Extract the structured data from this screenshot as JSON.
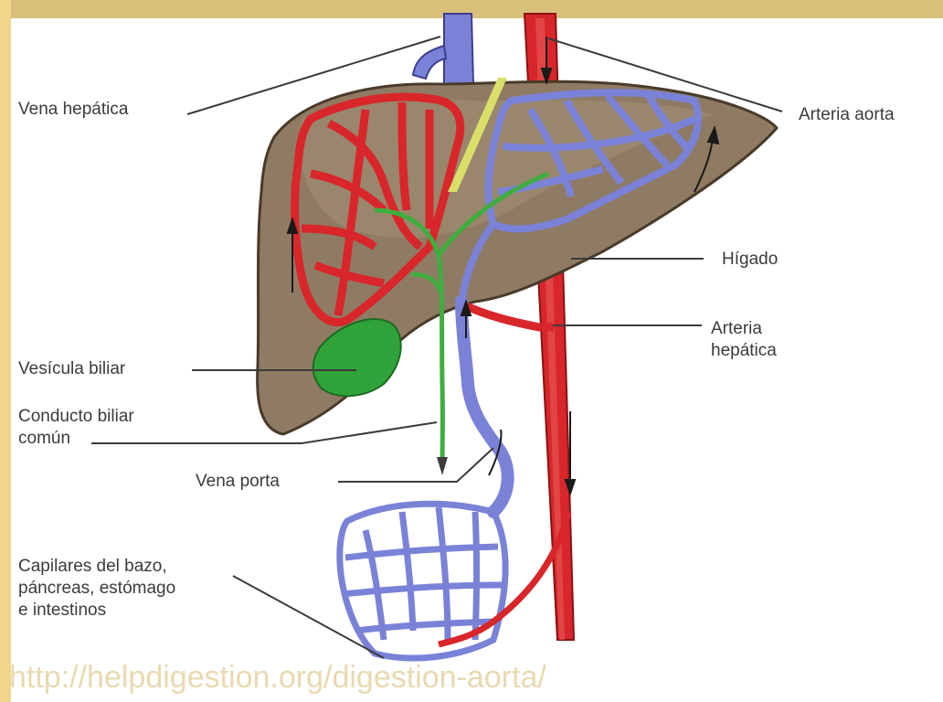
{
  "figure": {
    "labels": {
      "vena_hepatica": "Vena hepática",
      "arteria_aorta": "Arteria aorta",
      "higado": "Hígado",
      "arteria_hepatica": "Arteria\nhepática",
      "vesicula_biliar": "Vesícula biliar",
      "conducto_biliar_comun": "Conducto biliar\ncomún",
      "vena_porta": "Vena porta",
      "capilares": "Capilares del bazo,\npáncreas, estómago\ne intestinos"
    },
    "watermark_url": "http://helpdigestion.org/digestion-aorta/"
  },
  "colors": {
    "frame": "#f3d68a",
    "liver": "#8f7b63",
    "artery": "#d8262a",
    "vein": "#7a82d8",
    "bile": "#3fae3f",
    "gallbladder": "#2fa33a",
    "leader_line": "#3b3b3b"
  }
}
